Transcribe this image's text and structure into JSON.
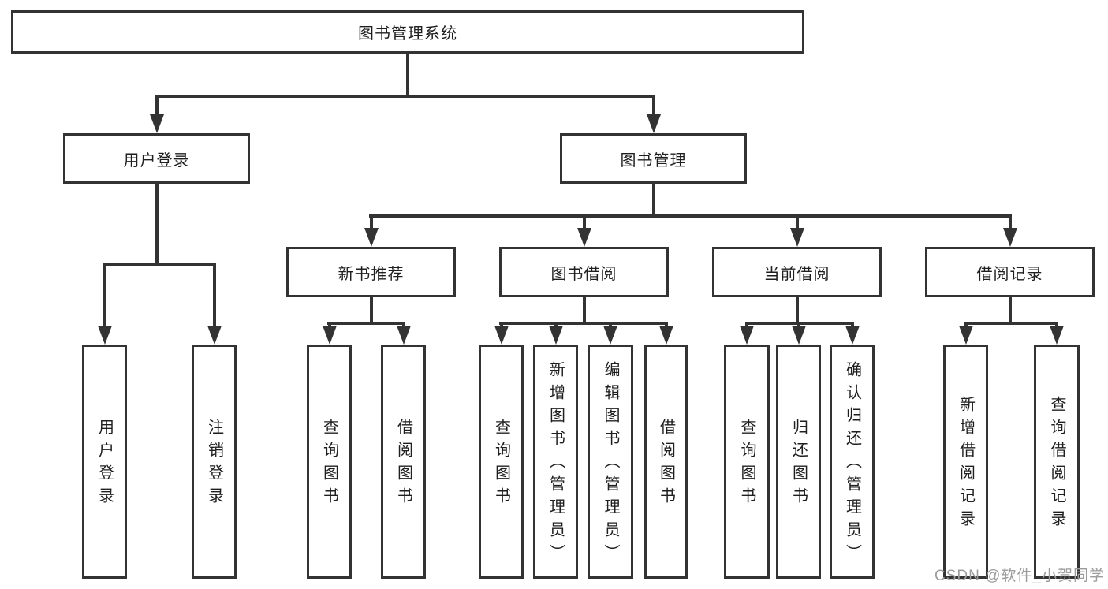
{
  "diagram": {
    "root": {
      "label": "图书管理系统"
    },
    "level2": [
      {
        "label": "用户登录"
      },
      {
        "label": "图书管理"
      }
    ],
    "level3": [
      {
        "label": "新书推荐"
      },
      {
        "label": "图书借阅"
      },
      {
        "label": "当前借阅"
      },
      {
        "label": "借阅记录"
      }
    ],
    "leaves": [
      {
        "label": "用户登录"
      },
      {
        "label": "注销登录"
      },
      {
        "label": "查询图书"
      },
      {
        "label": "借阅图书"
      },
      {
        "label": "查询图书"
      },
      {
        "label": "新增图书（管理员）"
      },
      {
        "label": "编辑图书（管理员）"
      },
      {
        "label": "借阅图书"
      },
      {
        "label": "查询图书"
      },
      {
        "label": "归还图书"
      },
      {
        "label": "确认归还（管理员）"
      },
      {
        "label": "新增借阅记录"
      },
      {
        "label": "查询借阅记录"
      }
    ],
    "watermark": "CSDN @软件_小贺同学",
    "colors": {
      "line": "#333333",
      "text": "#1f1f1f",
      "box_bg": "#ffffff",
      "watermark": "#9c9c9c",
      "background": "#ffffff"
    }
  }
}
